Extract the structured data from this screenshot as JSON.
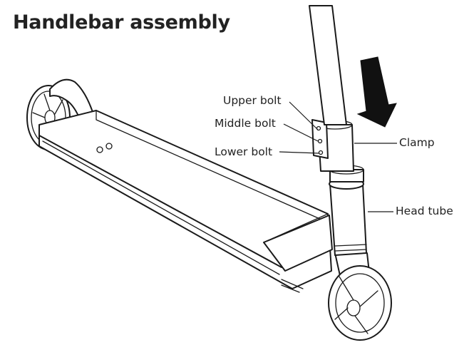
{
  "title": "Handlebar assembly",
  "labels": {
    "upper_bolt": "Upper bolt",
    "middle_bolt": "Middle bolt",
    "lower_bolt": "Lower bolt",
    "clamp": "Clamp",
    "head_tube": "Head tube"
  },
  "icons": {
    "arrow": "down-arrow-icon"
  }
}
